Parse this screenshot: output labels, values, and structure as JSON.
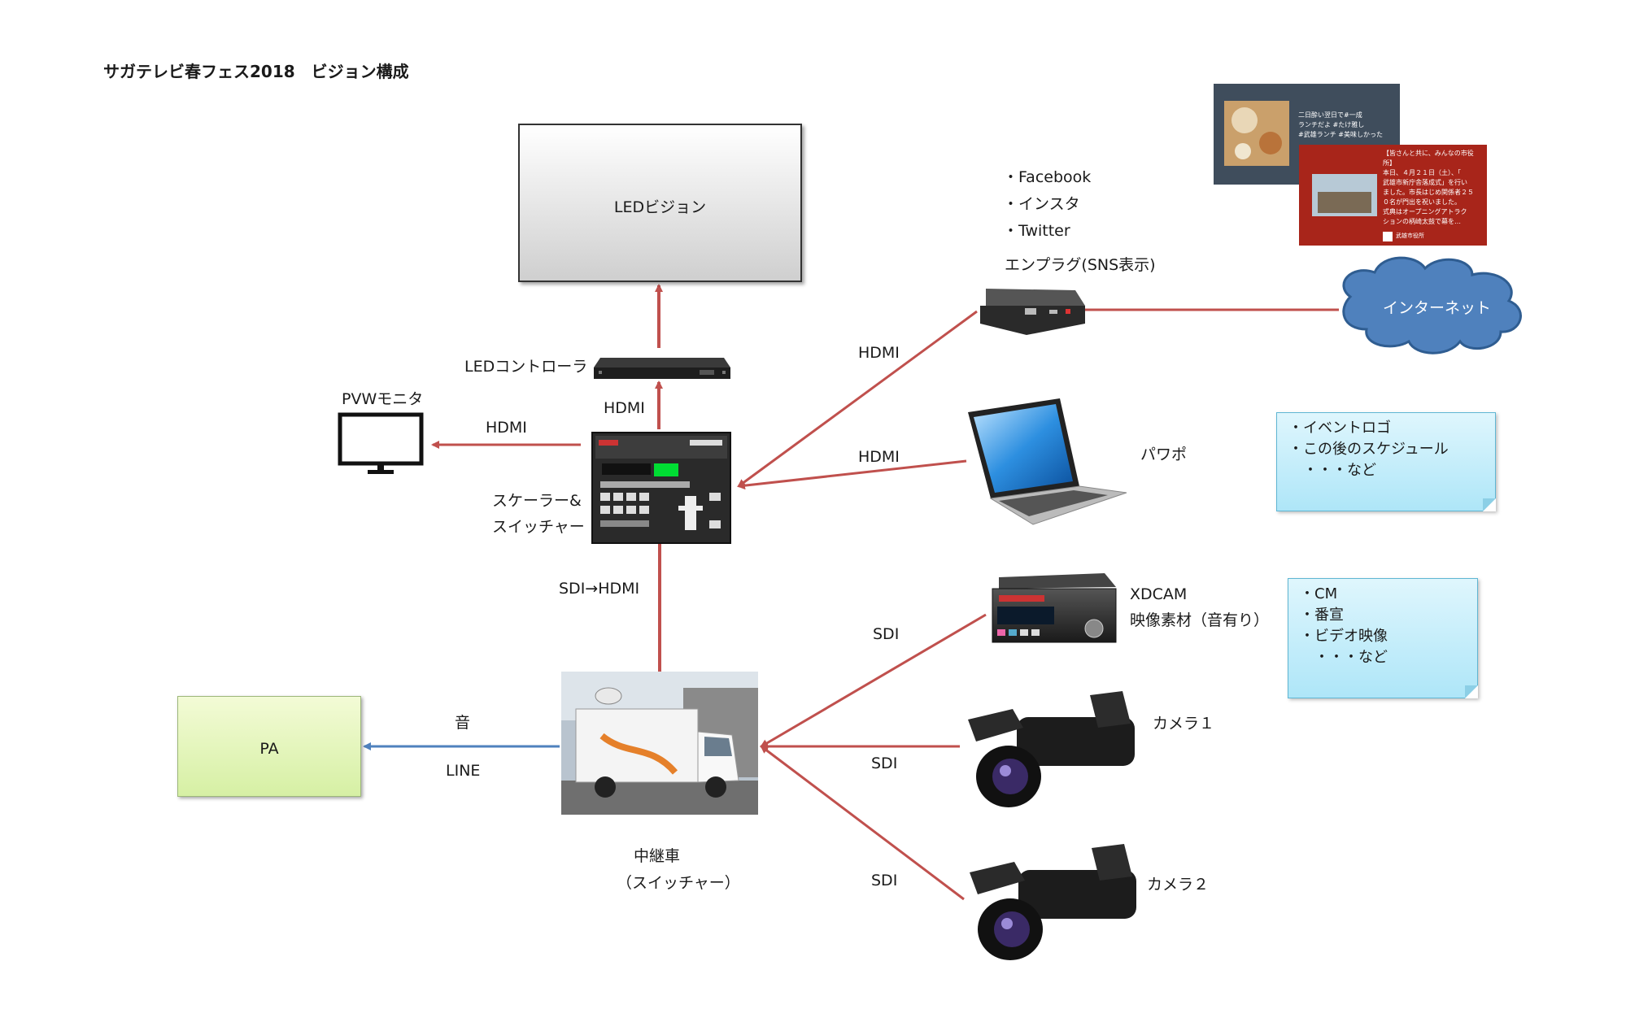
{
  "title": "サガテレビ春フェス2018　ビジョン構成",
  "nodes": {
    "led_vision": "LEDビジョン",
    "led_controller": "LEDコントローラ",
    "pvw_monitor": "PVWモニタ",
    "scaler_line1": "スケーラー&",
    "scaler_line2": "スイッチャー",
    "sns_list": [
      "・Facebook",
      "・インスタ",
      "・Twitter"
    ],
    "emplug": "エンプラグ(SNS表示)",
    "internet": "インターネット",
    "powerpoint": "パワポ",
    "xdcam_line1": "XDCAM",
    "xdcam_line2": "映像素材（音有り）",
    "camera1": "カメラ１",
    "camera2": "カメラ２",
    "pa": "PA",
    "relay_line1": "中継車",
    "relay_line2": "（スイッチャー）"
  },
  "connections": {
    "hdmi_up": "HDMI",
    "hdmi_pvw": "HDMI",
    "hdmi_emplug": "HDMI",
    "hdmi_laptop": "HDMI",
    "sdi_hdmi": "SDI→HDMI",
    "sdi_xdcam": "SDI",
    "sdi_cam1": "SDI",
    "sdi_cam2": "SDI",
    "audio_top": "音",
    "audio_bottom": "LINE"
  },
  "notes": {
    "presentation": [
      "・イベントロゴ",
      "・この後のスケジュール",
      "　・・・など"
    ],
    "xdcam": [
      "・CM",
      "・番宣",
      "・ビデオ映像",
      "　・・・など"
    ]
  },
  "sns_cards": {
    "card1_text": [
      "二日酔い翌日で#一成",
      "ランチだよ #たけ雅し",
      "#武雄ランチ #美味しかった"
    ],
    "card2_text": [
      "【皆さんと共に、みんなの市役",
      "所】",
      "本日、４月２１日（土）、「",
      "武雄市新庁舎落成式」を行い",
      "ました。市長はじめ関係者２５",
      "０名が門出を祝いました。",
      "式典はオープニングアトラク",
      "ションの柄崎太鼓で幕を…"
    ],
    "card2_footer": "武雄市役所"
  },
  "colors": {
    "video_line": "#c0504d",
    "audio_line": "#4f81bd",
    "cloud": "#4f81bd",
    "note_fill": "#c5eefb",
    "pa_fill": "#e8f7c4"
  }
}
